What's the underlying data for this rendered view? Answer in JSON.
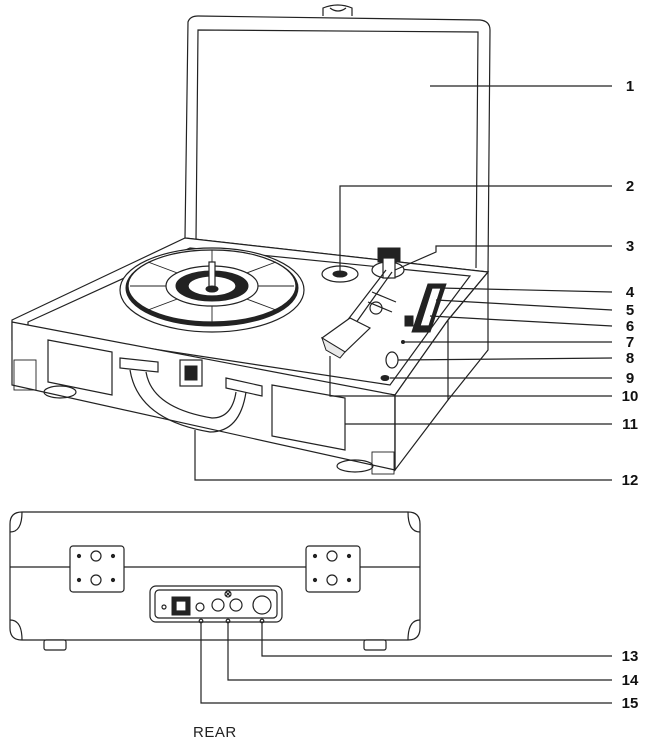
{
  "callouts": [
    {
      "id": "1",
      "label": "1"
    },
    {
      "id": "2",
      "label": "2"
    },
    {
      "id": "3",
      "label": "3"
    },
    {
      "id": "4",
      "label": "4"
    },
    {
      "id": "5",
      "label": "5"
    },
    {
      "id": "6",
      "label": "6"
    },
    {
      "id": "7",
      "label": "7"
    },
    {
      "id": "8",
      "label": "8"
    },
    {
      "id": "9",
      "label": "9"
    },
    {
      "id": "10",
      "label": "10"
    },
    {
      "id": "11",
      "label": "11"
    },
    {
      "id": "12",
      "label": "12"
    },
    {
      "id": "13",
      "label": "13"
    },
    {
      "id": "14",
      "label": "14"
    },
    {
      "id": "15",
      "label": "15"
    }
  ],
  "rear_caption": "REAR"
}
